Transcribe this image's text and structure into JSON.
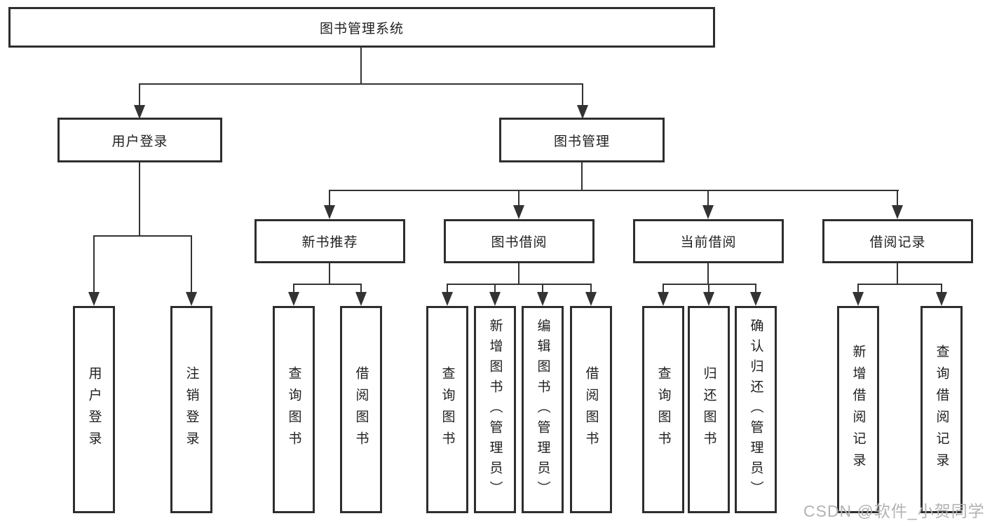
{
  "nodes": {
    "root": "图书管理系统",
    "user_login": "用户登录",
    "book_management": "图书管理",
    "new_book_recommend": "新书推荐",
    "book_borrow": "图书借阅",
    "current_borrow": "当前借阅",
    "borrow_records": "借阅记录",
    "leaves": {
      "user_login_login": "用户登录",
      "user_login_logout": "注销登录",
      "new_book_query": "查询图书",
      "new_book_borrow": "借阅图书",
      "book_borrow_query": "查询图书",
      "book_borrow_add": "新增图书（管理员）",
      "book_borrow_edit": "编辑图书（管理员）",
      "book_borrow_borrow": "借阅图书",
      "current_query": "查询图书",
      "current_return": "归还图书",
      "current_confirm": "确认归还（管理员）",
      "records_add": "新增借阅记录",
      "records_query": "查询借阅记录"
    }
  },
  "watermark": {
    "text": "CSDN @软件_小贺同学",
    "color": "#b3b3b3"
  },
  "colors": {
    "line": "#333333",
    "box_border": "#2e2e2e",
    "text": "#1f1f1f",
    "background": "#ffffff"
  }
}
